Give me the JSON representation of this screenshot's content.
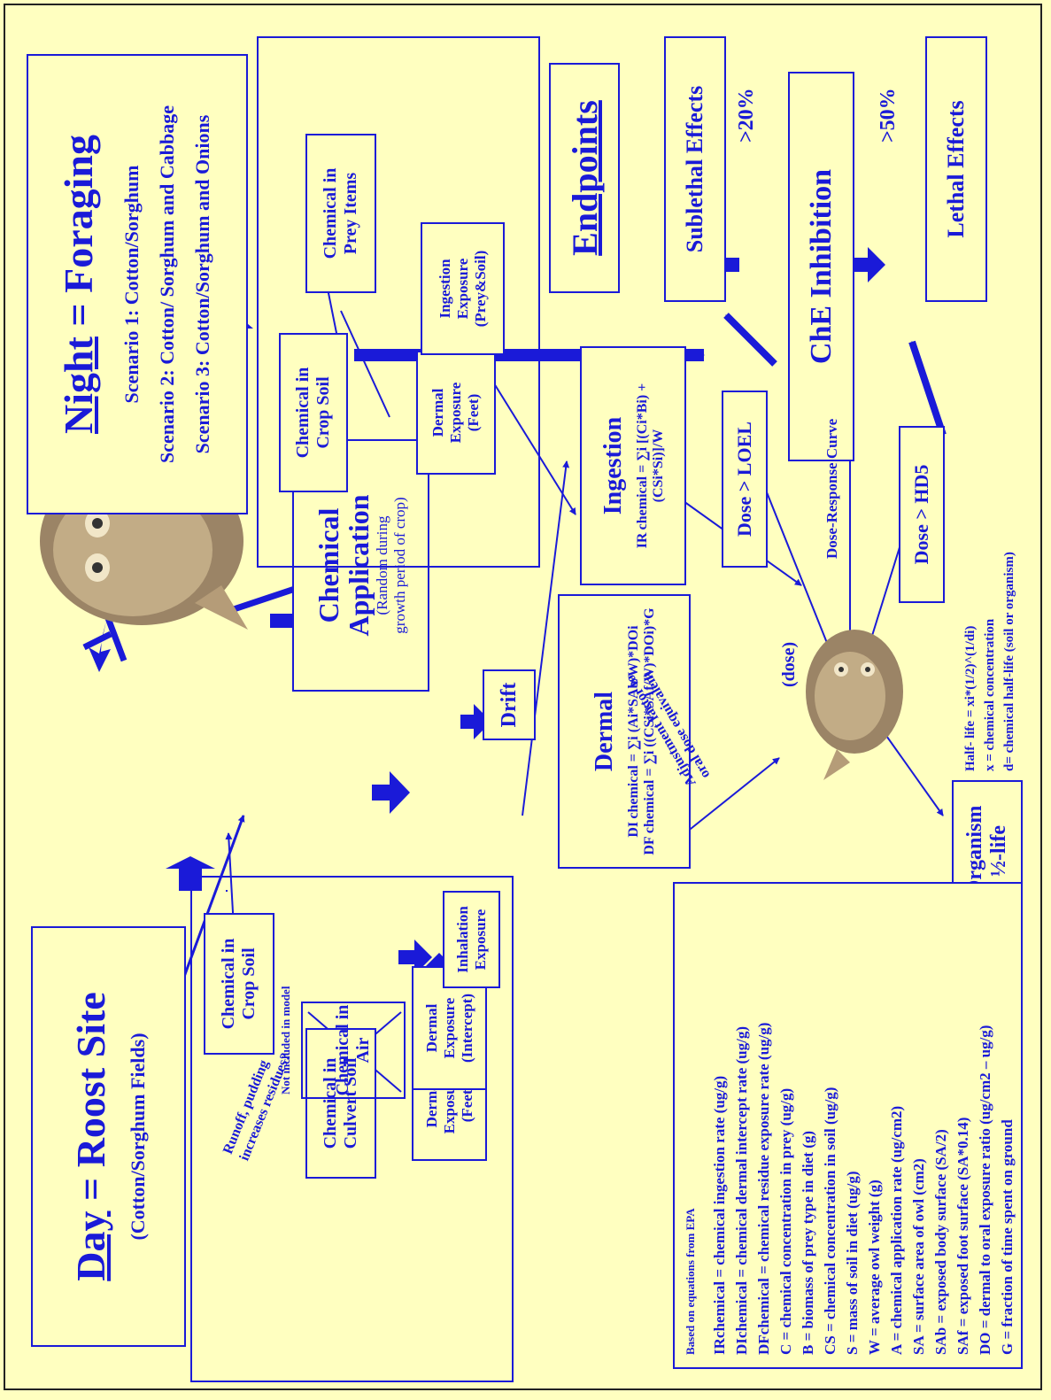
{
  "roost": {
    "title_under": "Day",
    "title_rest": " = Roost Site",
    "subtitle": "(Cotton/Sorghum Fields)"
  },
  "foraging": {
    "title_under": "Night",
    "title_rest": " = Foraging",
    "scenarios": [
      "Scenario 1: Cotton/Sorghum",
      "Scenario 2: Cotton/ Sorghum and Cabbage",
      "Scenario 3: Cotton/Sorghum and Onions"
    ]
  },
  "application": {
    "title1": "Chemical",
    "title2": "Application",
    "note1": "(Random during",
    "note2": "growth period of crop)"
  },
  "drift": "Drift",
  "endpoints": "Endpoints",
  "roost_boxes": {
    "culvert_soil": [
      "Chemical in",
      "Culvert Soil"
    ],
    "crop_soil": [
      "Chemical in",
      "Crop Soil"
    ],
    "air": [
      "Chemical in",
      "Air"
    ],
    "not_included": "Not included in model",
    "runoff": [
      "Runoff, pudding",
      "increases residues?"
    ],
    "dermal_feet": [
      "Dermal",
      "Exposure",
      "(Feet)"
    ],
    "dermal_intercept": [
      "Dermal",
      "Exposure",
      "(Intercept)"
    ],
    "inhalation": [
      "Inhalation",
      "Exposure"
    ]
  },
  "forage_boxes": {
    "crop_soil": [
      "Chemical in",
      "Crop Soil"
    ],
    "prey": [
      "Chemical in",
      "Prey Items"
    ],
    "dermal_feet": [
      "Dermal",
      "Exposure",
      "(Feet)"
    ],
    "ingestion": [
      "Ingestion",
      "Exposure",
      "(Prey&Soil)"
    ]
  },
  "dermal": {
    "title": "Dermal",
    "eq1": "DI chemical = ∑i (Ai*SAb/W)*DOi",
    "eq2": "DF chemical = ∑i ((CSi*SAf/W)*DOi)*G"
  },
  "ingestion": {
    "title": "Ingestion",
    "eq": "IR chemical = ∑i [(Ci*Bi) + (CSi*Si)]/W"
  },
  "adjustment": [
    "Adjustment factor to",
    "oral dose equivalent"
  ],
  "dose": "(dose)",
  "dose_response": "Dose-Response Curve",
  "loel": "Dose > LOEL",
  "hd5": "Dose > HD5",
  "sublethal": "Sublethal Effects",
  "lethal": "Lethal Effects",
  "che": "ChE Inhibition",
  "pct20": ">20%",
  "pct50": ">50%",
  "organism": [
    "Organism",
    "½-life"
  ],
  "halflife": [
    "Half- life = xi*(1/2)^(1/di)",
    "x = chemical concentration",
    "d= chemical half-life (soil or organism)"
  ],
  "legend": {
    "header": "Based on equations from EPA",
    "lines": [
      "IRchemical = chemical ingestion rate (ug/g)",
      "DIchemical = chemical dermal intercept rate (ug/g)",
      "DFchemical = chemical residue exposure rate (ug/g)",
      "C = chemical concentration in prey (ug/g)",
      "B = biomass of prey type in diet (g)",
      "CS = chemical concentration in soil (ug/g)",
      "S = mass of soil in diet (ug/g)",
      "W = average owl weight (g)",
      "A = chemical application rate (ug/cm2)",
      "SA = surface area of owl (cm2)",
      "SAb = exposed body surface (SA/2)",
      "SAf = exposed foot surface (SA*0.14)",
      "DO = dermal to oral exposure ratio (ug/cm2 – ug/g)",
      "G = fraction of time spent on ground"
    ]
  },
  "colors": {
    "background": "#ffffc0",
    "ink": "#1a1ad8"
  },
  "icons": [
    "owl-image",
    "owl-small-image"
  ]
}
